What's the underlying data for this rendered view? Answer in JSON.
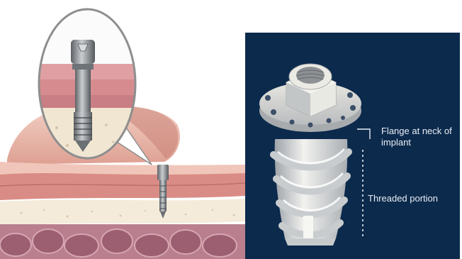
{
  "left_panel": {
    "illustration": "mini-implant-cross-section",
    "colors": {
      "gum": "#e6b1a6",
      "bone_cortical": "#f3ead9",
      "soft_tissue": "#d88a84",
      "implant_metal": "#8a8f93"
    }
  },
  "right_panel": {
    "background_color": "#0c2a4c",
    "illustration": "implant-head-3d",
    "labels": {
      "flange": "Flange at neck of implant",
      "threaded": "Threaded portion"
    }
  }
}
